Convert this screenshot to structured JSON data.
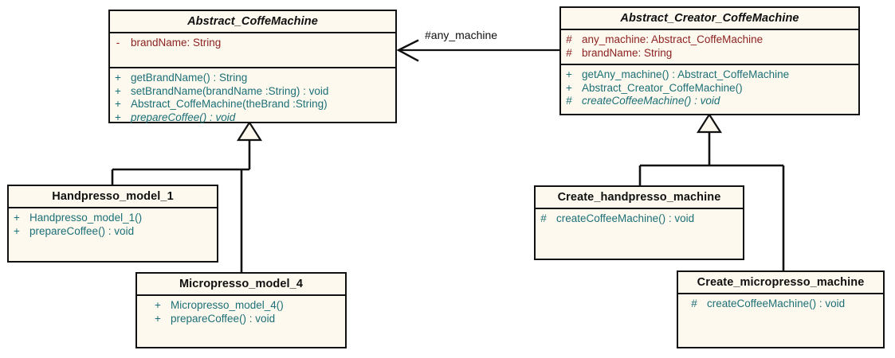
{
  "diagram": {
    "title": "Abstract Factory Coffee Machine UML Class Diagram",
    "colors": {
      "class_fill": "#FDF9EE",
      "border": "#111111",
      "attribute_text": "#8C2221",
      "operation_text": "#1C6F77",
      "name_text": "#101010",
      "canvas_background": "#FFFFFF"
    },
    "classes": [
      {
        "id": "abstract_coffe_machine",
        "name": "Abstract_CoffeMachine",
        "abstract": true,
        "attributes": [
          {
            "visibility": "-",
            "text": "brandName:  String"
          }
        ],
        "operations": [
          {
            "visibility": "+",
            "text": "getBrandName() : String",
            "abstract": false
          },
          {
            "visibility": "+",
            "text": "setBrandName(brandName :String) : void",
            "abstract": false
          },
          {
            "visibility": "+",
            "text": "Abstract_CoffeMachine(theBrand :String)",
            "abstract": false
          },
          {
            "visibility": "+",
            "text": "prepareCoffee() : void",
            "abstract": true
          }
        ]
      },
      {
        "id": "abstract_creator_coffe_machine",
        "name": "Abstract_Creator_CoffeMachine",
        "abstract": true,
        "attributes": [
          {
            "visibility": "#",
            "text": "any_machine:  Abstract_CoffeMachine"
          },
          {
            "visibility": "#",
            "text": "brandName:  String"
          }
        ],
        "operations": [
          {
            "visibility": "+",
            "text": "getAny_machine() : Abstract_CoffeMachine",
            "abstract": false
          },
          {
            "visibility": "+",
            "text": "Abstract_Creator_CoffeMachine()",
            "abstract": false
          },
          {
            "visibility": "#",
            "text": "createCoffeeMachine() : void",
            "abstract": true
          }
        ]
      },
      {
        "id": "handpresso_model_1",
        "name": "Handpresso_model_1",
        "abstract": false,
        "attributes": [],
        "operations": [
          {
            "visibility": "+",
            "text": "Handpresso_model_1()",
            "abstract": false
          },
          {
            "visibility": "+",
            "text": "prepareCoffee() : void",
            "abstract": false
          }
        ]
      },
      {
        "id": "micropresso_model_4",
        "name": "Micropresso_model_4",
        "abstract": false,
        "attributes": [],
        "operations": [
          {
            "visibility": "+",
            "text": "Micropresso_model_4()",
            "abstract": false
          },
          {
            "visibility": "+",
            "text": "prepareCoffee() : void",
            "abstract": false
          }
        ]
      },
      {
        "id": "create_handpresso_machine",
        "name": "Create_handpresso_machine",
        "abstract": false,
        "attributes": [],
        "operations": [
          {
            "visibility": "#",
            "text": "createCoffeeMachine() : void",
            "abstract": false
          }
        ]
      },
      {
        "id": "create_micropresso_machine",
        "name": "Create_micropresso_machine",
        "abstract": false,
        "attributes": [],
        "operations": [
          {
            "visibility": "#",
            "text": "createCoffeeMachine() : void",
            "abstract": false
          }
        ]
      }
    ],
    "relationships": [
      {
        "type": "association",
        "label": "#any_machine",
        "from": "abstract_creator_coffe_machine",
        "to": "abstract_coffe_machine",
        "arrow": "open"
      },
      {
        "type": "generalization",
        "from": "handpresso_model_1",
        "to": "abstract_coffe_machine"
      },
      {
        "type": "generalization",
        "from": "micropresso_model_4",
        "to": "abstract_coffe_machine"
      },
      {
        "type": "generalization",
        "from": "create_handpresso_machine",
        "to": "abstract_creator_coffe_machine"
      },
      {
        "type": "generalization",
        "from": "create_micropresso_machine",
        "to": "abstract_creator_coffe_machine"
      }
    ]
  }
}
